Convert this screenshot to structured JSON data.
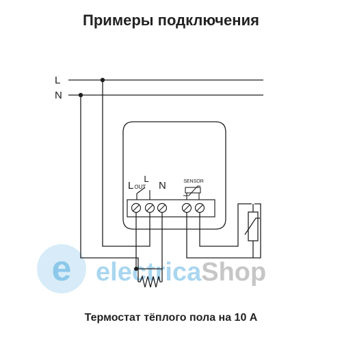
{
  "title": "Примеры подключения",
  "caption": "Термостат тёплого пола на 10 А",
  "lines": {
    "l": "L",
    "n": "N"
  },
  "device": {
    "relay_label": "L",
    "out_main": "L",
    "out_sub": "OUT",
    "n_label": "N",
    "sensor_label": "SENSOR"
  },
  "watermark": {
    "letter": "e",
    "part1": "electrica",
    "part2": "Shop",
    "color1": "#8cc8ea",
    "color2": "#c6c6c6"
  },
  "colors": {
    "wire": "#1f1f1f",
    "text": "#222222"
  }
}
